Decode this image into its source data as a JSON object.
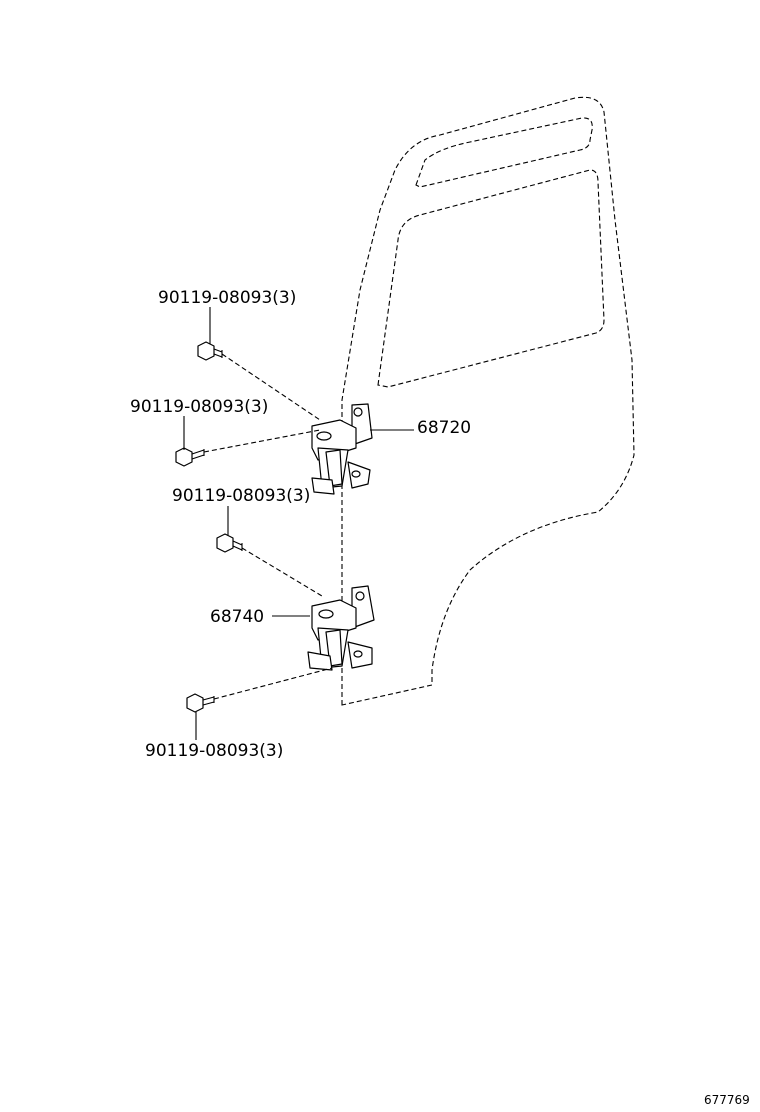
{
  "diagram": {
    "catalog_number": "677769",
    "parts": [
      {
        "id": "upper-hinge",
        "number": "68720"
      },
      {
        "id": "lower-hinge",
        "number": "68740"
      }
    ],
    "bolts": [
      {
        "id": "bolt-1",
        "label": "90119-08093(3)"
      },
      {
        "id": "bolt-2",
        "label": "90119-08093(3)"
      },
      {
        "id": "bolt-3",
        "label": "90119-08093(3)"
      },
      {
        "id": "bolt-4",
        "label": "90119-08093(3)"
      }
    ]
  }
}
